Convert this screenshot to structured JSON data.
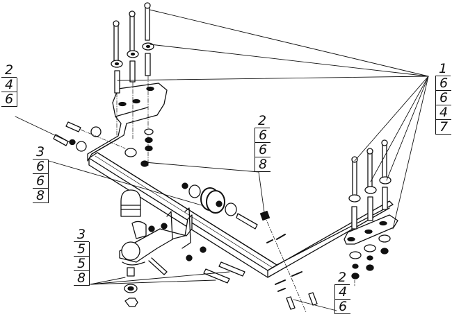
{
  "diagram": {
    "title": "Tow hitch exploded assembly view",
    "callouts": [
      {
        "id": "callout-left-top",
        "labels": [
          "2",
          "4",
          "6"
        ]
      },
      {
        "id": "callout-left-mid",
        "labels": [
          "3",
          "6",
          "6",
          "8"
        ]
      },
      {
        "id": "callout-center",
        "labels": [
          "2",
          "6",
          "6",
          "8"
        ]
      },
      {
        "id": "callout-right",
        "labels": [
          "1",
          "6",
          "6",
          "4",
          "7"
        ]
      },
      {
        "id": "callout-ball",
        "labels": [
          "3",
          "5",
          "5",
          "8"
        ]
      },
      {
        "id": "callout-bottom",
        "labels": [
          "2",
          "4",
          "6"
        ]
      }
    ],
    "parts": [
      "left-bracket",
      "right-bracket",
      "crossbar-beam",
      "ball-mount",
      "tow-ball",
      "ball-cap",
      "rubber-bumper",
      "bolts",
      "washers",
      "nuts",
      "spacer-sleeves"
    ]
  }
}
